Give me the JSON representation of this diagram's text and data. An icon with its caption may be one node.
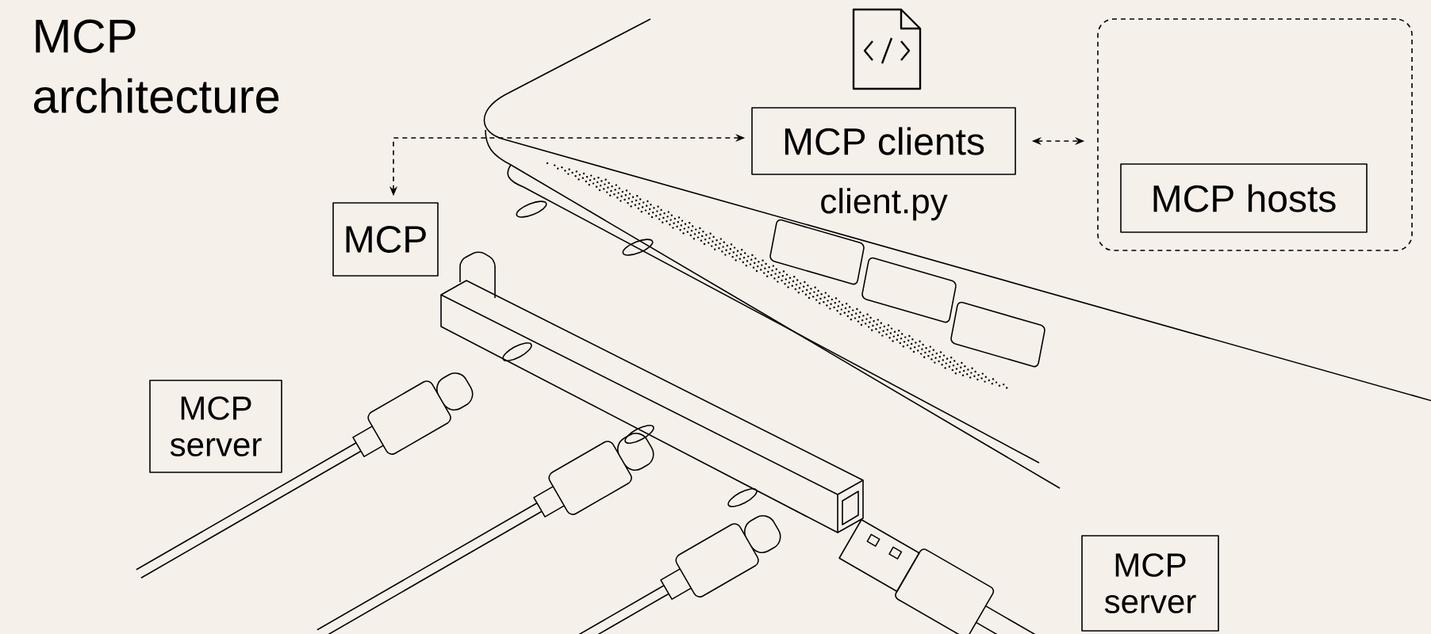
{
  "diagram": {
    "title": "MCP architecture",
    "nodes": [
      {
        "text": [],
        "shape": "box"
      },
      {
        "text": [
          "MCP hosts"
        ],
        "in": 0
      },
      {
        "text": [
          "MCP clients"
        ],
        "beside": [
          "client.py"
        ]
      },
      {
        "text": [
          "MCP"
        ]
      },
      {
        "text": [
          "MCP server"
        ]
      },
      {
        "text": [
          "MCP server"
        ]
      }
    ],
    "edges": [
      {
        "from": 3,
        "to": 2,
        "arrow": "both",
        "style": "dashed"
      },
      {
        "from": 2,
        "to": 0,
        "arrow": "both",
        "style": "dashed"
      }
    ]
  }
}
